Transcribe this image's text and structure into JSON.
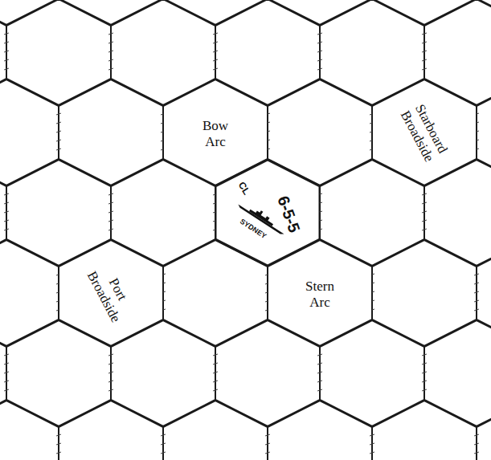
{
  "diagram": {
    "nodes": [
      {
        "text": [
          "Bow Arc"
        ]
      },
      {
        "text": [
          "Starboard Broadside"
        ]
      },
      {
        "text": [
          "CL",
          "6-5-5",
          "SYDNEY"
        ]
      },
      {
        "text": [
          "Port Broadside"
        ]
      },
      {
        "text": [
          "Stern Arc"
        ]
      }
    ]
  }
}
